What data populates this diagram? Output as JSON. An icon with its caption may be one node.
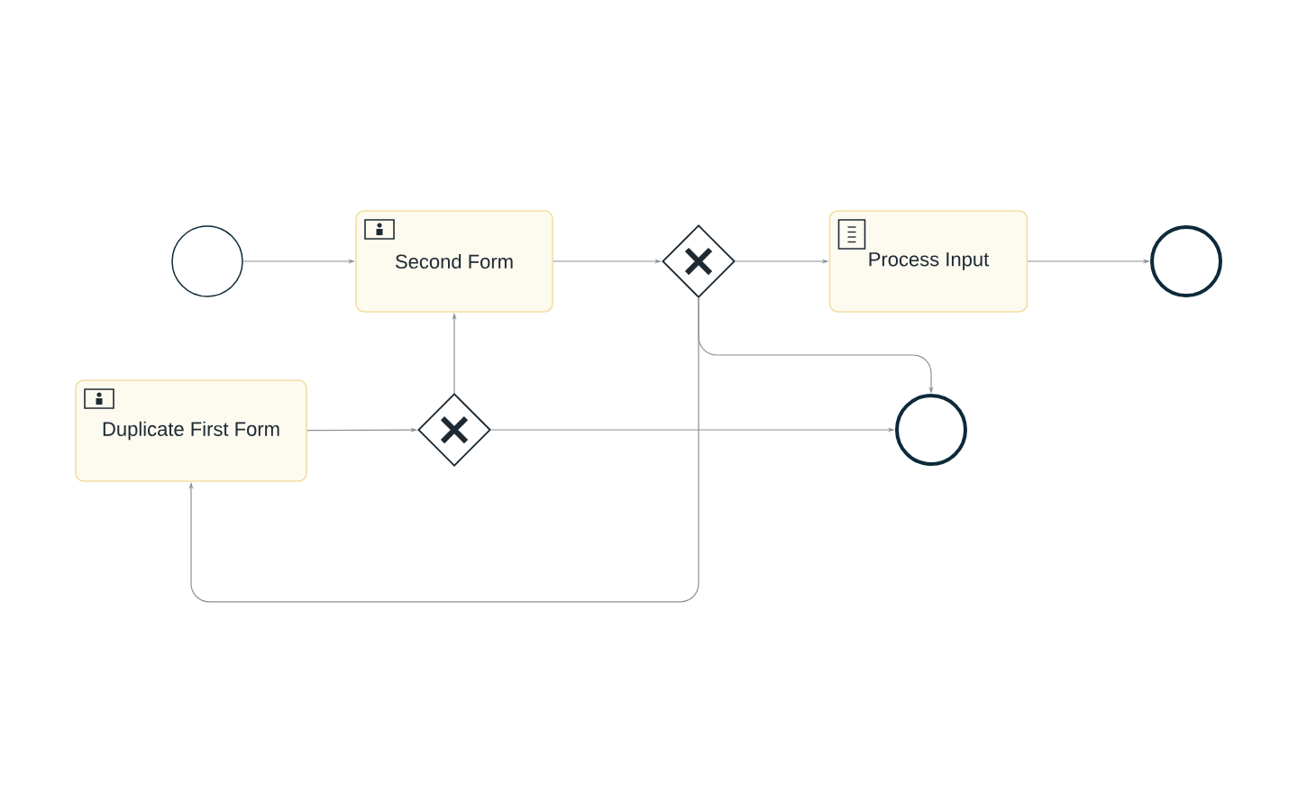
{
  "diagram": {
    "nodes": [
      {
        "text": [],
        "shape": "circle"
      },
      {
        "text": [
          "Second Form"
        ]
      },
      {
        "text": [],
        "shape": "diamond"
      },
      {
        "text": [
          "Process Input"
        ]
      },
      {
        "text": [],
        "shape": "circle"
      },
      {
        "text": [
          "Duplicate First Form"
        ]
      },
      {
        "text": [],
        "shape": "diamond"
      },
      {
        "text": [],
        "shape": "circle"
      }
    ],
    "edges": [
      {
        "from": 0,
        "to": 1,
        "arrow": "to"
      },
      {
        "from": 1,
        "to": 2,
        "arrow": "to"
      },
      {
        "from": 2,
        "to": 3,
        "arrow": "to"
      },
      {
        "from": 3,
        "to": 4,
        "arrow": "to"
      },
      {
        "from": 2,
        "to": 7,
        "arrow": "to"
      },
      {
        "from": 5,
        "to": 6,
        "arrow": "to"
      },
      {
        "from": 6,
        "to": 1,
        "arrow": "to"
      },
      {
        "from": 6,
        "to": 7,
        "arrow": "to"
      },
      {
        "from": 2,
        "to": 5,
        "arrow": "to"
      }
    ]
  }
}
